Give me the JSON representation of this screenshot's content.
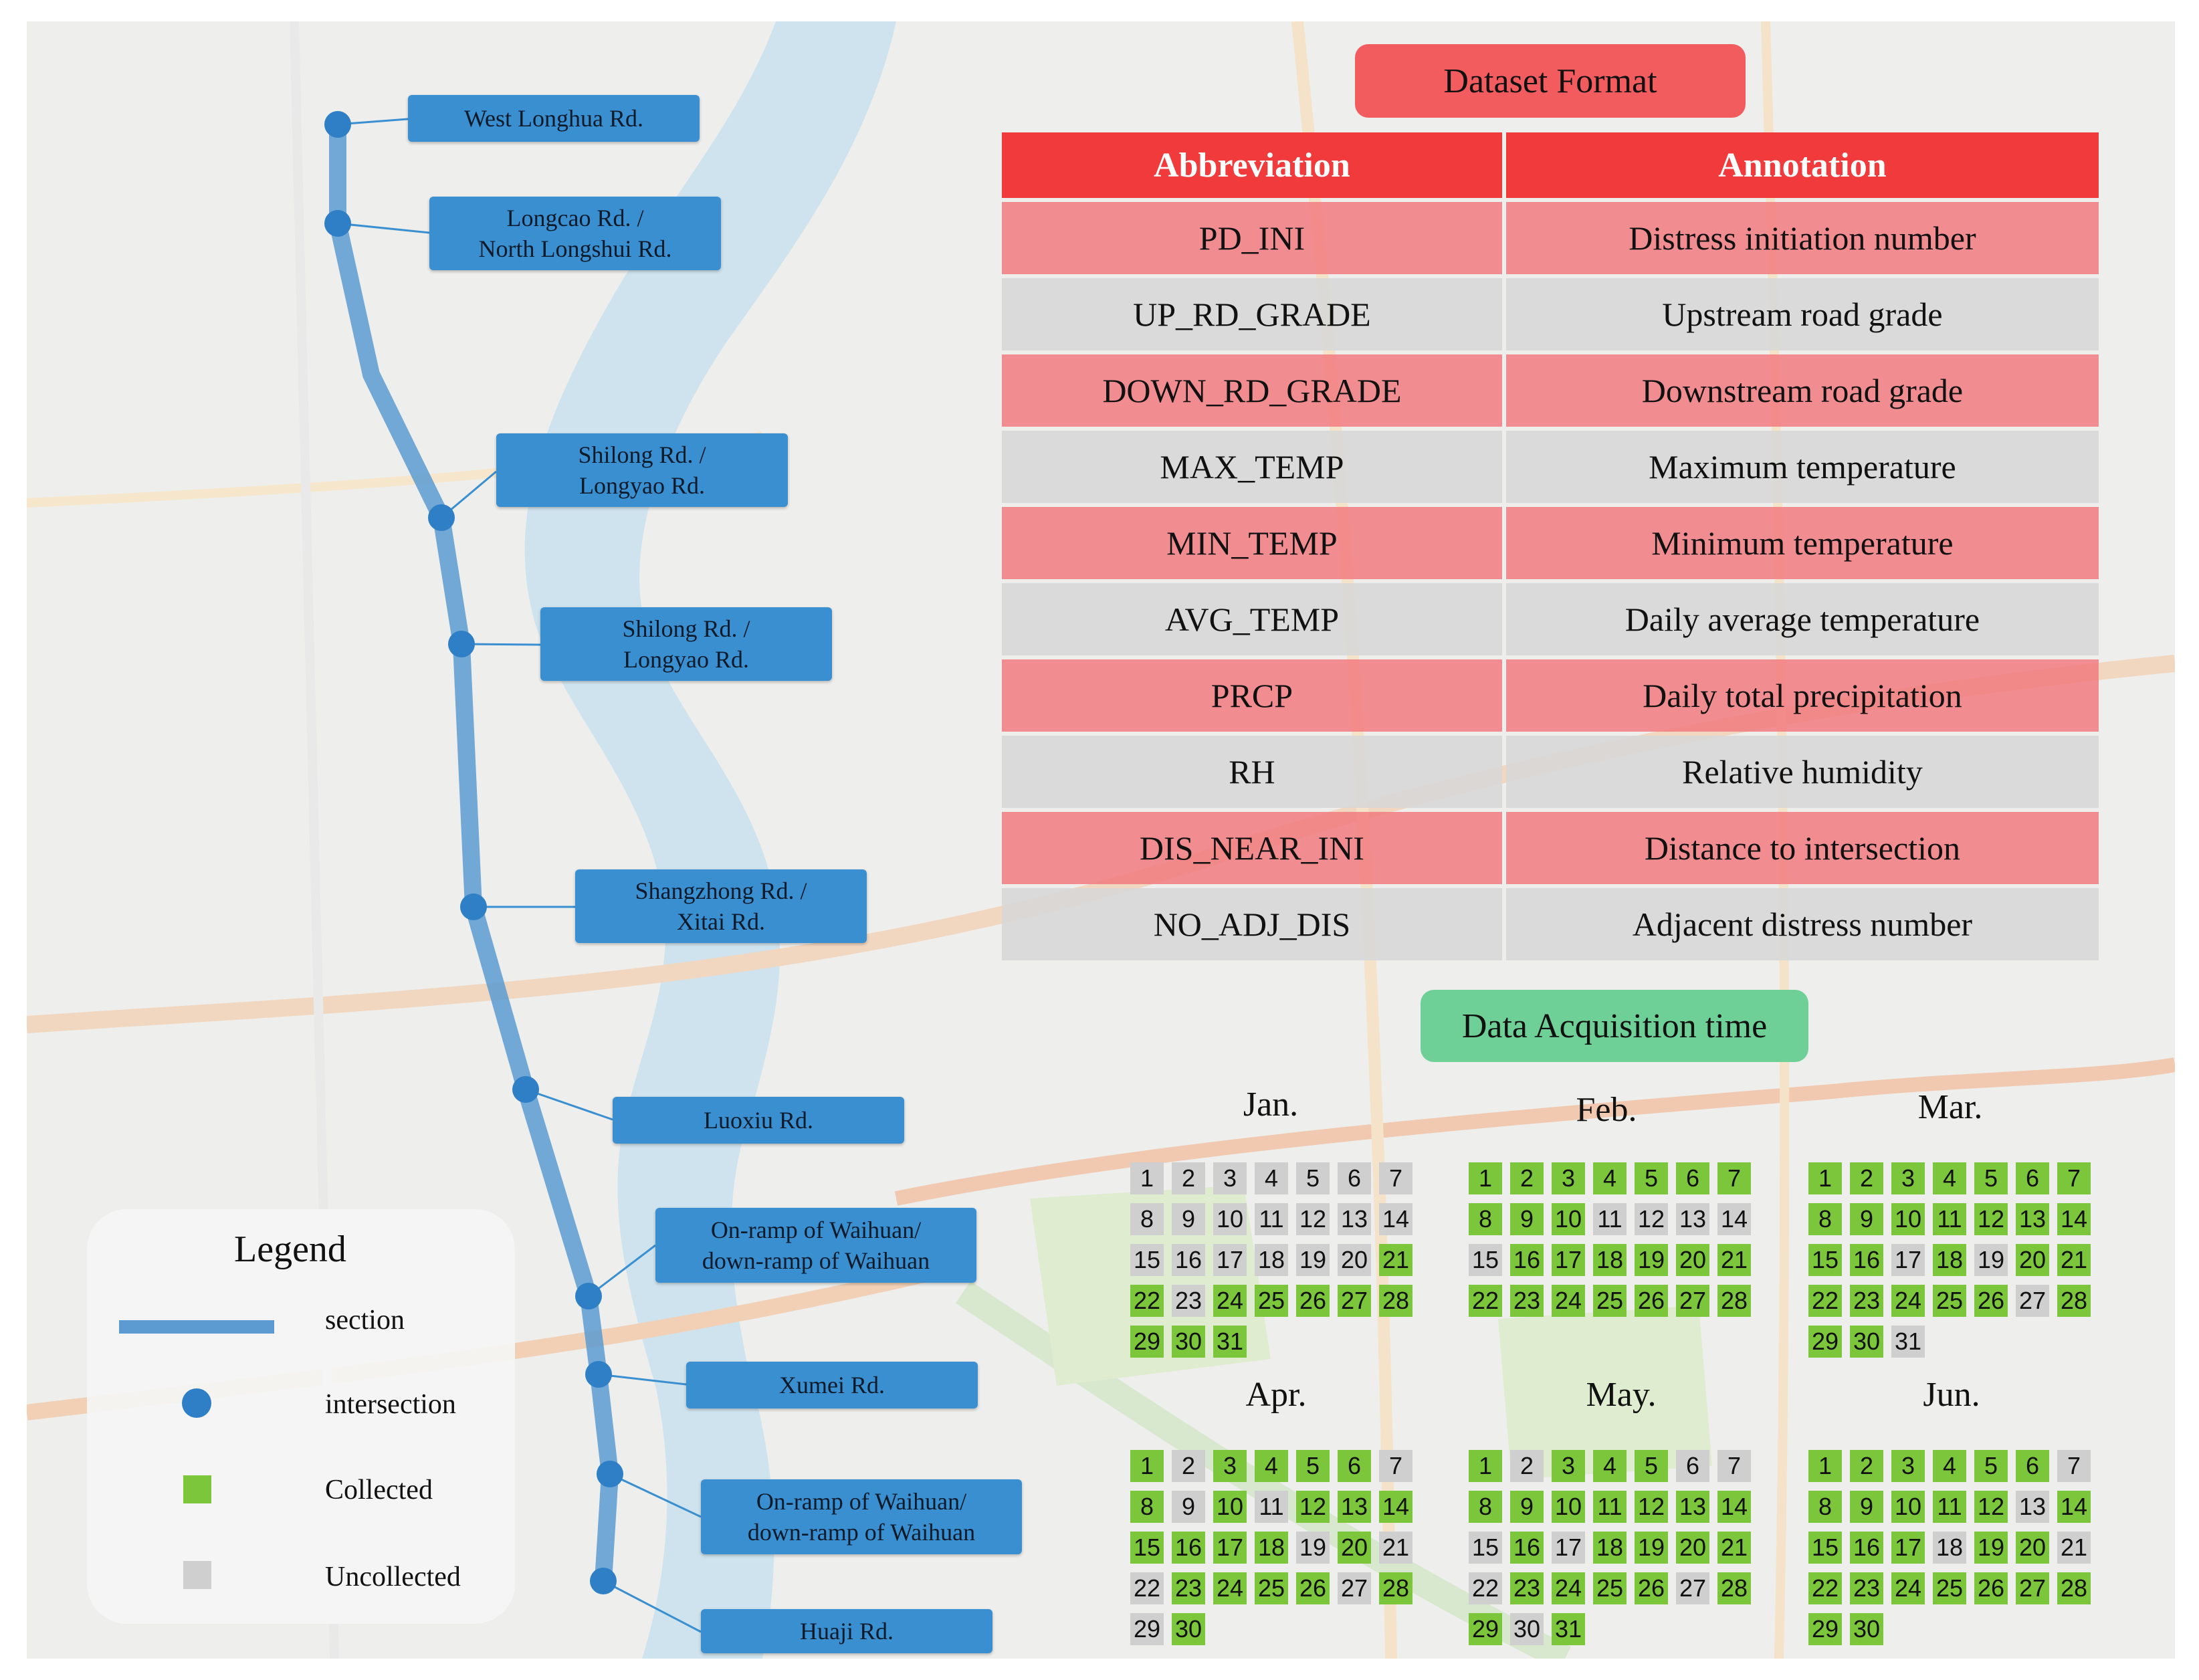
{
  "colors": {
    "section": "#5b9bd1",
    "intersection": "#2e7fc6",
    "label_bg": "#3a8fd0",
    "collected": "#7cc63c",
    "uncollected": "#cfcfcf",
    "header_red": "#f03a3c",
    "title_red": "#f25c5f",
    "title_green": "#6fd097"
  },
  "map": {
    "intersections": [
      {
        "label": "West Longhua Rd."
      },
      {
        "label": "Longcao Rd. /\nNorth Longshui Rd."
      },
      {
        "label": "Shilong Rd. /\nLongyao Rd."
      },
      {
        "label": "Shilong Rd. /\nLongyao Rd."
      },
      {
        "label": "Shangzhong Rd. /\nXitai Rd."
      },
      {
        "label": "Luoxiu Rd."
      },
      {
        "label": "On-ramp of Waihuan/\ndown-ramp of Waihuan"
      },
      {
        "label": "Xumei Rd."
      },
      {
        "label": "On-ramp of Waihuan/\ndown-ramp of Waihuan"
      },
      {
        "label": "Huaji Rd."
      }
    ]
  },
  "legend": {
    "title": "Legend",
    "items": [
      {
        "label": "section",
        "icon": "line-icon"
      },
      {
        "label": "intersection",
        "icon": "circle-icon"
      },
      {
        "label": "Collected",
        "icon": "green-square-icon"
      },
      {
        "label": "Uncollected",
        "icon": "grey-square-icon"
      }
    ]
  },
  "dataset_format": {
    "title": "Dataset Format",
    "headers": [
      "Abbreviation",
      "Annotation"
    ],
    "rows": [
      [
        "PD_INI",
        "Distress initiation number"
      ],
      [
        "UP_RD_GRADE",
        "Upstream road grade"
      ],
      [
        "DOWN_RD_GRADE",
        "Downstream road grade"
      ],
      [
        "MAX_TEMP",
        "Maximum temperature"
      ],
      [
        "MIN_TEMP",
        "Minimum temperature"
      ],
      [
        "AVG_TEMP",
        "Daily average temperature"
      ],
      [
        "PRCP",
        "Daily total precipitation"
      ],
      [
        "RH",
        "Relative humidity"
      ],
      [
        "DIS_NEAR_INI",
        "Distance to intersection"
      ],
      [
        "NO_ADJ_DIS",
        "Adjacent distress number"
      ]
    ]
  },
  "acquisition": {
    "title": "Data Acquisition time",
    "months": [
      {
        "name": "Jan.",
        "days": 31,
        "collected": [
          21,
          22,
          24,
          25,
          26,
          27,
          28,
          29,
          30,
          31
        ]
      },
      {
        "name": "Feb.",
        "days": 28,
        "collected": [
          1,
          2,
          3,
          4,
          5,
          6,
          7,
          8,
          9,
          10,
          16,
          17,
          18,
          19,
          20,
          21,
          22,
          23,
          24,
          25,
          26,
          27,
          28
        ]
      },
      {
        "name": "Mar.",
        "days": 31,
        "collected": [
          1,
          2,
          3,
          4,
          5,
          6,
          7,
          8,
          9,
          10,
          11,
          12,
          13,
          14,
          15,
          16,
          18,
          20,
          21,
          22,
          23,
          24,
          25,
          26,
          28,
          29,
          30
        ]
      },
      {
        "name": "Apr.",
        "days": 30,
        "collected": [
          1,
          3,
          4,
          5,
          6,
          8,
          10,
          12,
          13,
          14,
          15,
          16,
          17,
          18,
          20,
          23,
          24,
          25,
          26,
          28,
          30
        ]
      },
      {
        "name": "May.",
        "days": 31,
        "collected": [
          1,
          3,
          4,
          5,
          8,
          9,
          10,
          11,
          12,
          13,
          14,
          16,
          18,
          19,
          20,
          21,
          23,
          24,
          25,
          26,
          28,
          29,
          31
        ]
      },
      {
        "name": "Jun.",
        "days": 30,
        "collected": [
          1,
          2,
          3,
          4,
          5,
          6,
          8,
          9,
          10,
          11,
          12,
          14,
          15,
          16,
          17,
          19,
          20,
          22,
          23,
          24,
          25,
          26,
          27,
          28,
          29,
          30
        ]
      }
    ]
  }
}
